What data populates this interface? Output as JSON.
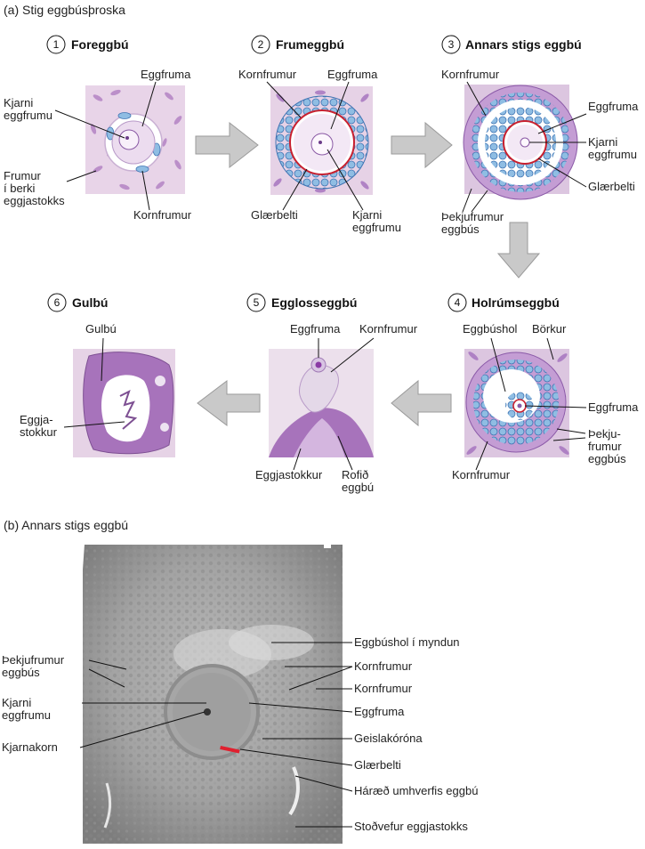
{
  "section_a": "(a) Stig eggbúsþroska",
  "section_b": "(b) Annars stigs eggbú",
  "stages": [
    {
      "num": "1",
      "title": "Foreggbú"
    },
    {
      "num": "2",
      "title": "Frumeggbú"
    },
    {
      "num": "3",
      "title": "Annars stigs eggbú"
    },
    {
      "num": "4",
      "title": "Holrúmseggbú"
    },
    {
      "num": "5",
      "title": "Egglosseggbú"
    },
    {
      "num": "6",
      "title": "Gulbú"
    }
  ],
  "labels": {
    "s1": {
      "eggfruma": "Eggfruma",
      "kjarni1": "Kjarni",
      "kjarni2": "eggfrumu",
      "frumur1": "Frumur",
      "frumur2": "í berki",
      "frumur3": "eggjastokks",
      "kornfrumur": "Kornfrumur"
    },
    "s2": {
      "kornfrumur": "Kornfrumur",
      "eggfruma": "Eggfruma",
      "glaerbelti": "Glærbelti",
      "kjarni1": "Kjarni",
      "kjarni2": "eggfrumu"
    },
    "s3": {
      "kornfrumur": "Kornfrumur",
      "eggfruma": "Eggfruma",
      "kjarni1": "Kjarni",
      "kjarni2": "eggfrumu",
      "glaerbelti": "Glærbelti",
      "thekju1": "Þekjufrumur",
      "thekju2": "eggbús"
    },
    "s4": {
      "eggbushol": "Eggbúshol",
      "borkur": "Börkur",
      "eggfruma": "Eggfruma",
      "thekju1": "Þekju-",
      "thekju2": "frumur",
      "thekju3": "eggbús",
      "kornfrumur": "Kornfrumur"
    },
    "s5": {
      "eggfruma": "Eggfruma",
      "kornfrumur": "Kornfrumur",
      "eggjastokkur": "Eggjastokkur",
      "rofid1": "Rofið",
      "rofid2": "eggbú"
    },
    "s6": {
      "gulbu": "Gulbú",
      "eggja1": "Eggja-",
      "eggja2": "stokkur"
    }
  },
  "micro": {
    "left": {
      "thekju1": "Þekjufrumur",
      "thekju2": "eggbús",
      "kjarni1": "Kjarni",
      "kjarni2": "eggfrumu",
      "kjarnakorn": "Kjarnakorn"
    },
    "right": [
      "Eggbúshol í myndun",
      "Kornfrumur",
      "Kornfrumur",
      "Eggfruma",
      "Geislakóróna",
      "Glærbelti",
      "Háræð umhverfis eggbú",
      "Stoðvefur eggjastokks"
    ]
  },
  "colors": {
    "tissue": "#e6d3e6",
    "granulosa": "#8fbde3",
    "zona": "#c8202f",
    "arrow": "#c9c9c9"
  }
}
